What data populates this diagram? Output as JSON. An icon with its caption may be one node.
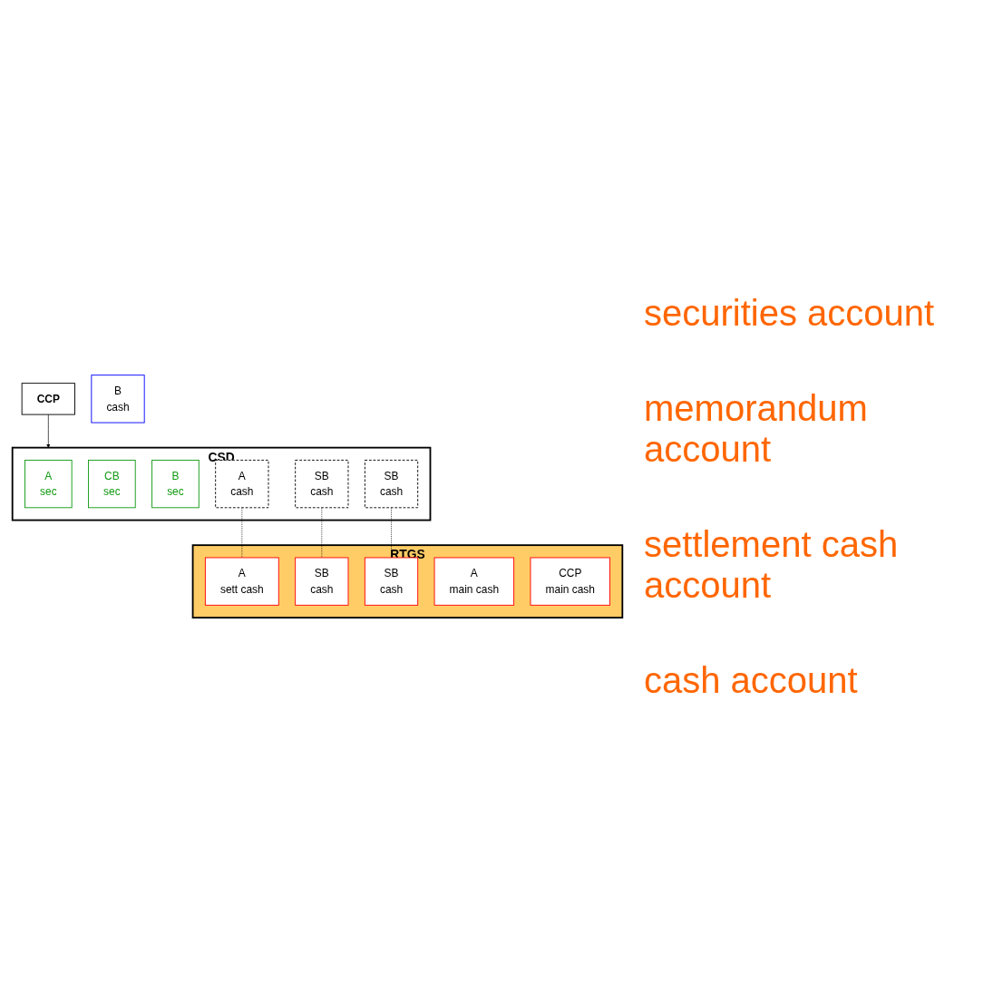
{
  "diagram": {
    "nodes": [
      {
        "text": [
          "CCP"
        ]
      },
      {
        "text": [
          "CSD"
        ]
      },
      {
        "text": [
          "A",
          "sec"
        ],
        "in": 1
      },
      {
        "text": [
          "CB",
          "sec"
        ],
        "in": 1
      },
      {
        "text": [
          "B",
          "sec"
        ],
        "in": 1
      },
      {
        "text": [
          "A",
          "cash"
        ],
        "in": 1
      },
      {
        "text": [
          "SB",
          "cash"
        ],
        "in": 1
      },
      {
        "text": [
          "SB",
          "cash"
        ],
        "in": 1
      },
      {
        "text": [
          "RTGS"
        ]
      },
      {
        "text": [
          "A",
          "sett cash"
        ],
        "in": 8
      },
      {
        "text": [
          "SB",
          "cash"
        ],
        "in": 8
      },
      {
        "text": [
          "SB",
          "cash"
        ],
        "in": 8
      },
      {
        "text": [
          "A",
          "main cash"
        ],
        "in": 8
      },
      {
        "text": [
          "CCP",
          "main cash"
        ],
        "in": 8
      },
      {
        "text": [
          "B",
          "cash"
        ]
      }
    ],
    "edges": [
      {
        "from": 0,
        "to": 1,
        "arrow": "to"
      },
      {
        "from": 5,
        "to": 9,
        "arrow": "none",
        "style": "dashed"
      },
      {
        "from": 6,
        "to": 10,
        "arrow": "none",
        "style": "dashed"
      },
      {
        "from": 7,
        "to": 11,
        "arrow": "none",
        "style": "dashed"
      }
    ],
    "labels": [
      "securities account",
      "memorandum account",
      "settlement cash account",
      "cash account"
    ]
  }
}
